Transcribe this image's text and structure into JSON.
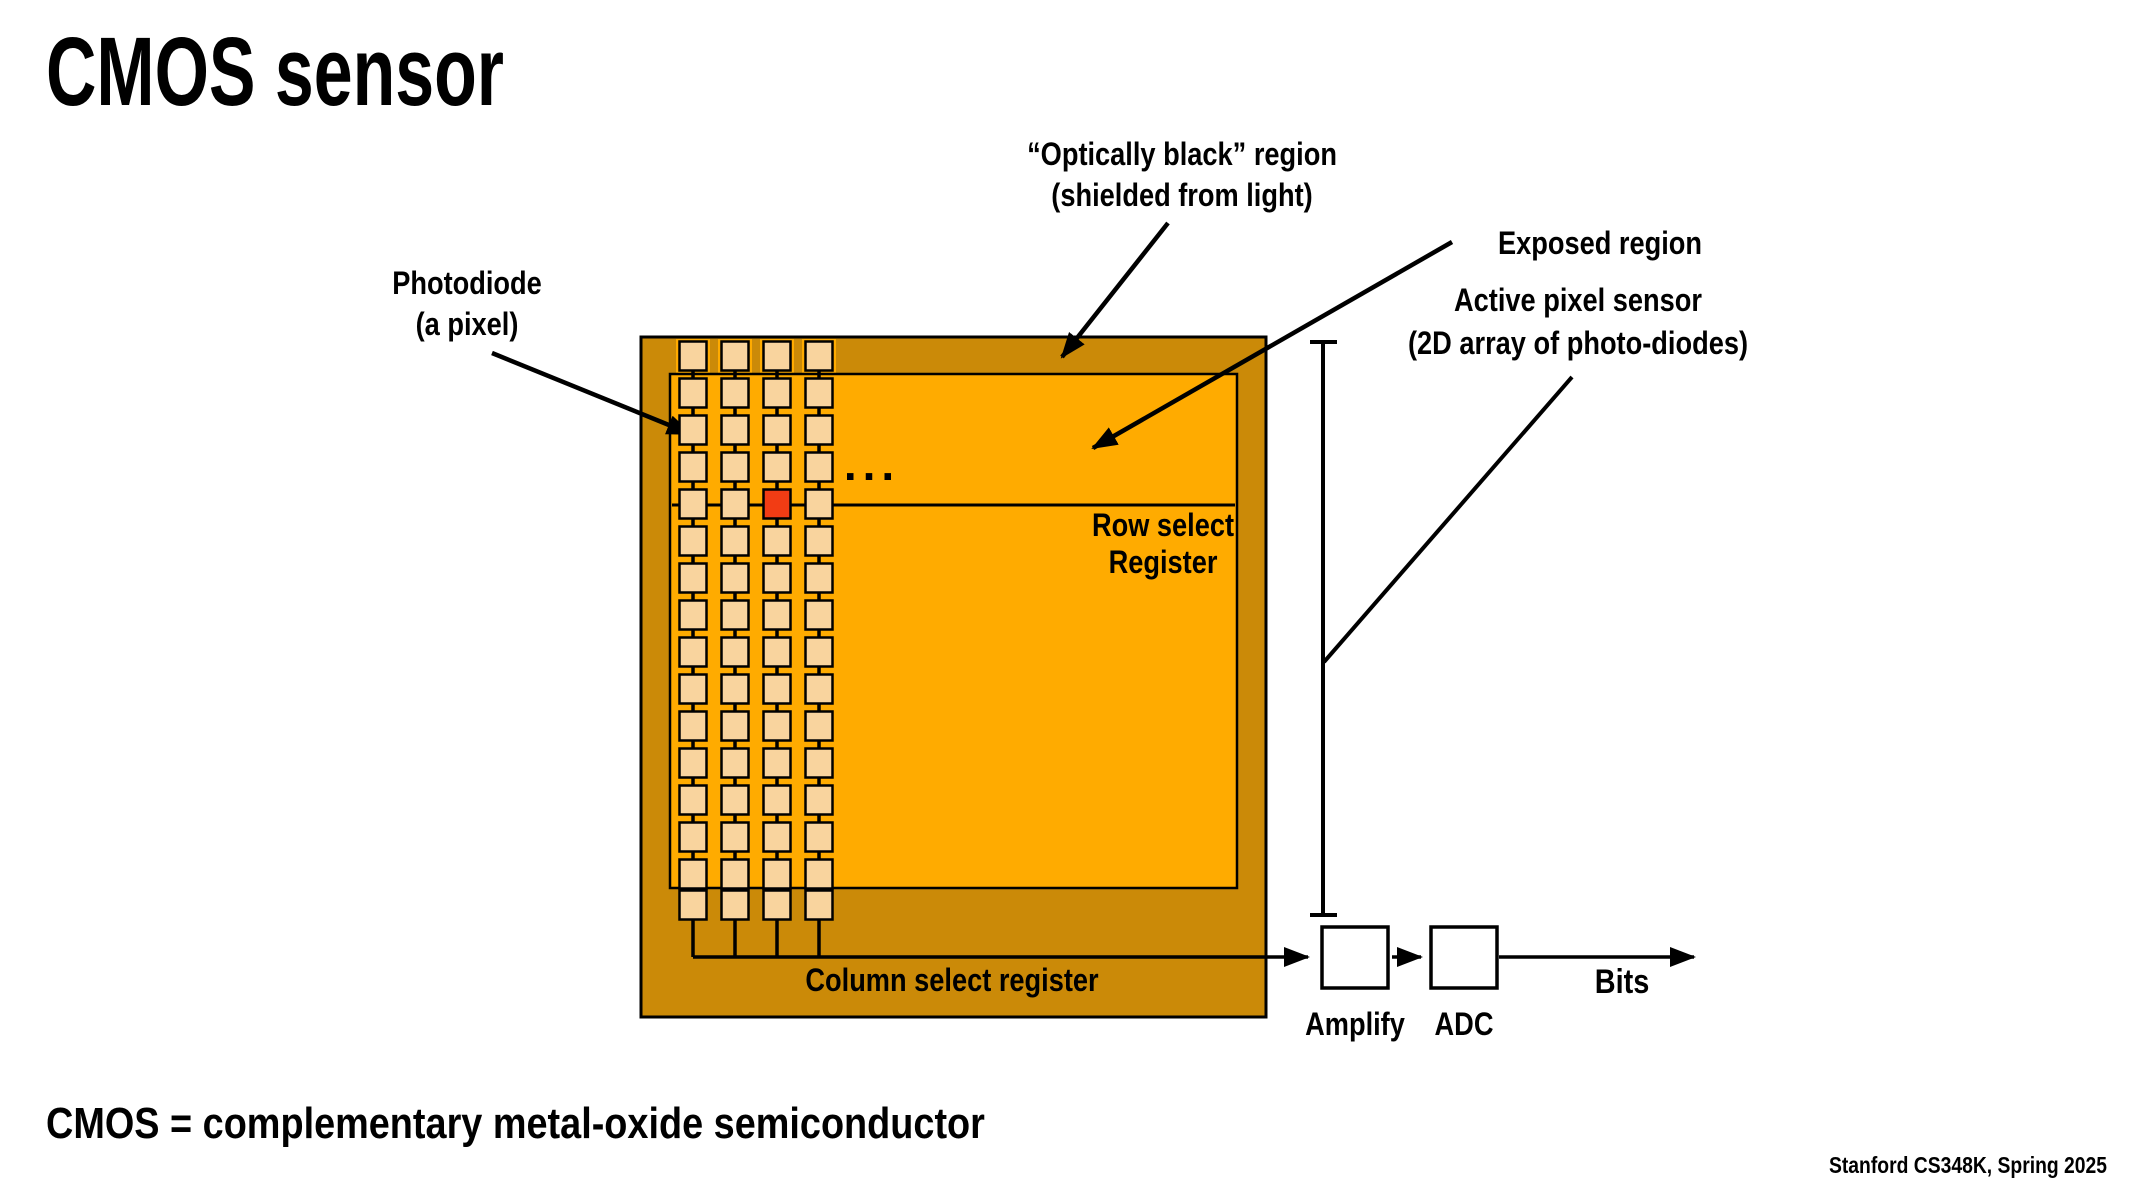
{
  "slide": {
    "title": "CMOS sensor",
    "definition": "CMOS = complementary metal-oxide semiconductor",
    "credit": "Stanford CS348K, Spring 2025"
  },
  "diagram": {
    "labels": {
      "photodiode": [
        "Photodiode",
        "(a pixel)"
      ],
      "optically_black": [
        "“Optically black” region",
        "(shielded from light)"
      ],
      "exposed_region": "Exposed region",
      "active_pixel_sensor": [
        "Active pixel sensor",
        "(2D array of photo-diodes)"
      ],
      "row_select": [
        "Row select",
        "Register"
      ],
      "column_select": "Column select register",
      "ellipsis": "...",
      "amplify": "Amplify",
      "adc": "ADC",
      "bits": "Bits"
    },
    "colors": {
      "chip_dark": "#CB8A08",
      "chip_bright": "#FFAB00",
      "pixel": "#F9D49E",
      "selected_pixel": "#F23C14",
      "line": "#000000"
    },
    "grid": {
      "columns": 4,
      "rows": 16,
      "selected_row": 4,
      "selected_col": 2
    }
  }
}
